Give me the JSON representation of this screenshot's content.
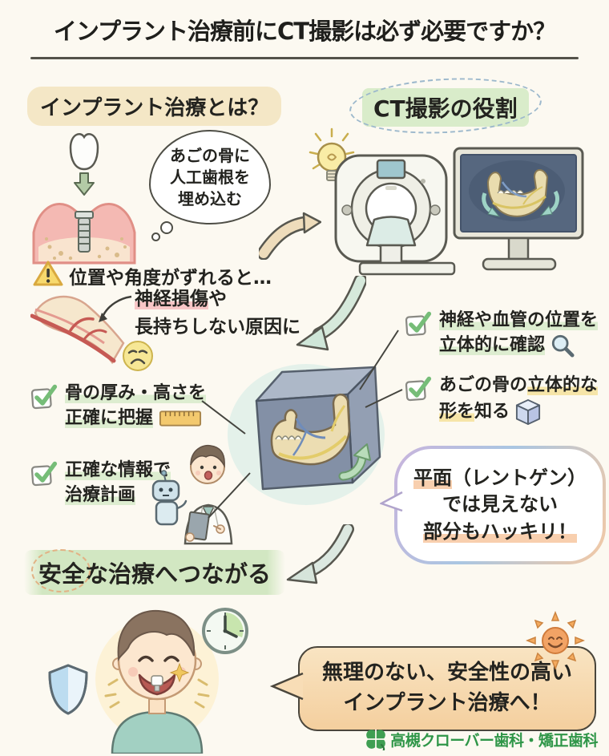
{
  "title": "インプラント治療前にCT撮影は必ず必要ですか？",
  "sections": {
    "implant": {
      "heading": "インプラント治療とは？",
      "bubble": {
        "line1": "あごの骨に",
        "line2": "人工歯根を",
        "line3": "埋め込む"
      }
    },
    "ct_role": {
      "heading": "CT撮影の役割"
    },
    "risk": {
      "title": "位置や角度がずれると…",
      "line1_hl": "神経損傷",
      "line1_rest": "や",
      "line2": "長持ちしない原因に"
    },
    "ct_benefits": [
      {
        "line1": "神経や血管の位置を",
        "line2": "立体的に確認",
        "icon": "magnifier-icon"
      },
      {
        "line1_pre": "あごの骨の",
        "line1_hl": "立体的な",
        "line2_hl": "形を",
        "line2_rest": "知る",
        "icon": "cube-icon"
      }
    ],
    "plan_benefits": [
      {
        "line1": "骨の厚み・高さを",
        "line2": "正確に把握",
        "icon": "ruler-icon"
      },
      {
        "line1": "正確な情報で",
        "line2": "治療計画",
        "icon": ""
      }
    ],
    "xray_bubble": {
      "line1_hl": "平面",
      "line1_rest": "（レントゲン）",
      "line2": "では見えない",
      "line3": "部分もハッキリ！"
    },
    "safe": {
      "heading_hl": "安全",
      "heading_rest": "な治療へつながる"
    },
    "conclusion": {
      "line1": "無理のない、安全性の高い",
      "line2": "インプラント治療へ！"
    }
  },
  "footer": {
    "clinic": "高槻クローバー歯科・矯正歯科"
  },
  "icons": {
    "warning-triangle-icon": "⚠",
    "check-icon": "✓",
    "magnifier-icon": "🔍",
    "cube-icon": "◇",
    "ruler-icon": "📏",
    "sad-face-icon": "☹",
    "lightbulb-icon": "💡",
    "clock-icon": "🕒",
    "shield-icon": "🛡",
    "sun-icon": "☀",
    "clover-icon": "🍀",
    "sparkle-icon": "✦"
  },
  "colors": {
    "background": "#fcf9f1",
    "heading_highlight_cream": "#f4e7c6",
    "heading_highlight_green": "#d9ecca",
    "safe_highlight_green": "#d2e7c2",
    "checkmark_green": "#76bd78",
    "risk_highlight_pink": "#f8c6c6",
    "stereo_highlight_yellow": "#f6e5a8",
    "xray_highlight_orange": "#f8cfae",
    "conclusion_bubble_orange": "#f7dcb4",
    "footer_green": "#2f9648",
    "title_color": "#1f1f1c"
  }
}
